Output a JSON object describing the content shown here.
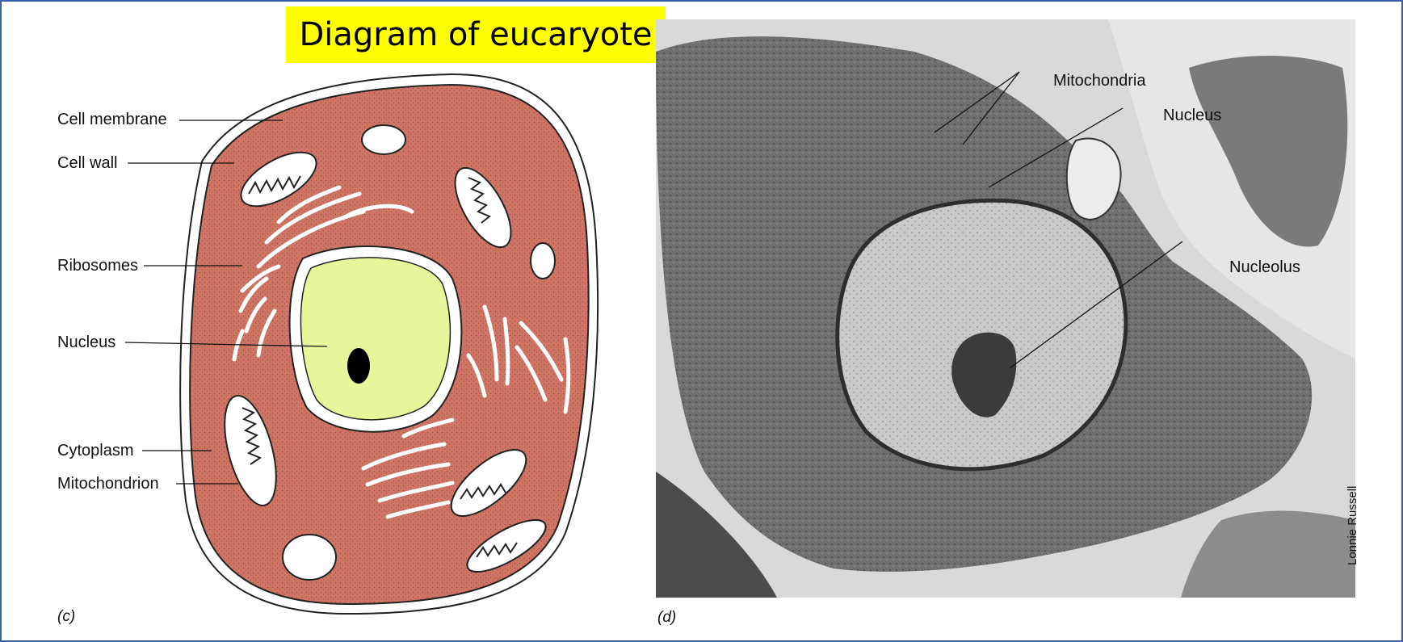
{
  "title": "Diagram of eucaryote",
  "panel_c": {
    "tag": "(c)",
    "labels": {
      "cell_membrane": "Cell membrane",
      "cell_wall": "Cell wall",
      "ribosomes": "Ribosomes",
      "nucleus": "Nucleus",
      "cytoplasm": "Cytoplasm",
      "mitochondrion": "Mitochondrion"
    }
  },
  "panel_d": {
    "tag": "(d)",
    "labels": {
      "mitochondria": "Mitochondria",
      "nucleus": "Nucleus",
      "nucleolus": "Nucleolus"
    },
    "credit": "Lonnie Russell"
  },
  "colors": {
    "cytoplasm": "#cf7566",
    "nucleus": "#e8f59a",
    "title_bg": "#ffff00",
    "frame": "#3a5fa8"
  }
}
